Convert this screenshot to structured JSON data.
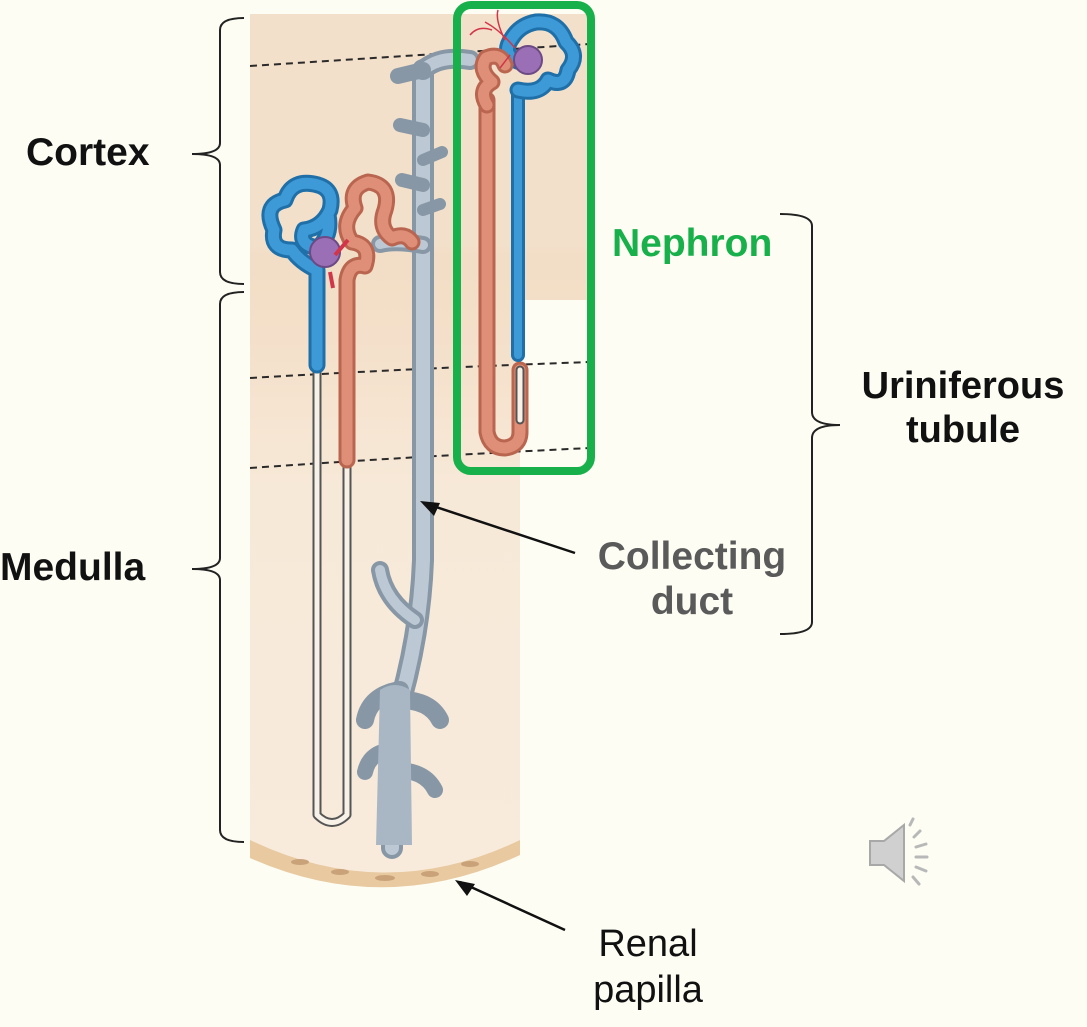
{
  "labels": {
    "cortex": "Cortex",
    "medulla": "Medulla",
    "nephron": "Nephron",
    "uriniferous_line1": "Uriniferous",
    "uriniferous_line2": "tubule",
    "collecting_line1": "Collecting",
    "collecting_line2": "duct",
    "renal_line1": "Renal",
    "renal_line2": "papilla"
  },
  "colors": {
    "background": "#fdfdf3",
    "nephron_box": "#18b04a",
    "nephron_text": "#18b04a",
    "collecting_text": "#5a5a5a",
    "label_text": "#111111",
    "distal_tubule_blue": "#3d9ad6",
    "proximal_tubule_red": "#df8f78",
    "collecting_duct_gray": "#aebdcb"
  },
  "icons": {
    "speaker": "speaker-icon"
  }
}
